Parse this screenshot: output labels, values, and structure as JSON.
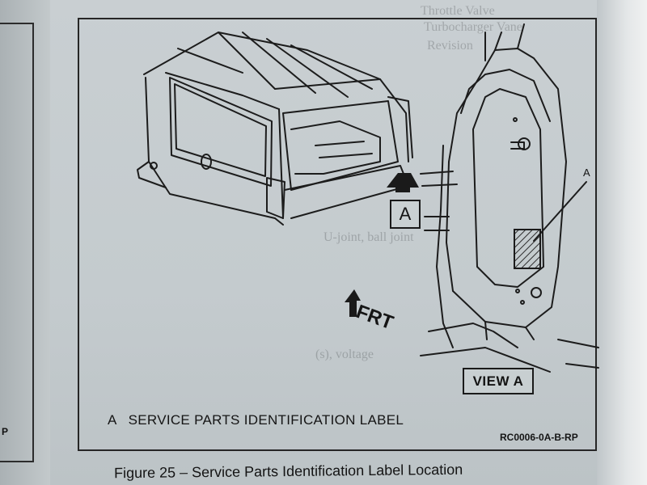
{
  "figure": {
    "caption_letter": "A",
    "caption_text": "SERVICE PARTS IDENTIFICATION LABEL",
    "reference_code": "RC0006-0A-B-RP",
    "title": "Figure 25 – Service Parts Identification Label Location",
    "view_label": "VIEW A",
    "view_marker": "A",
    "callout_letter": "A",
    "direction_label": "FRT"
  },
  "left_page": {
    "tag": "P"
  },
  "colors": {
    "paper": "#c6ccce",
    "ink": "#1a1a1a",
    "label_hatch": "#2a2a2a"
  }
}
